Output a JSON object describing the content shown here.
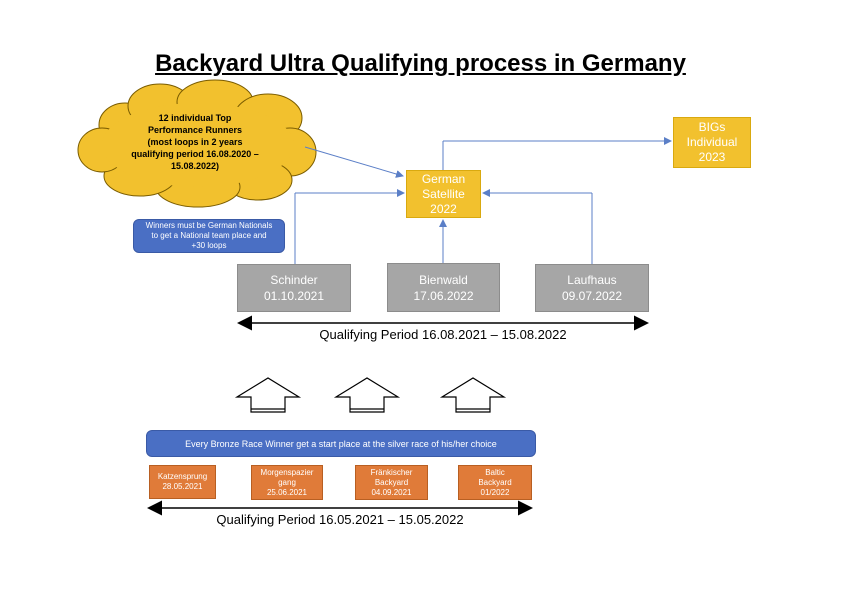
{
  "title": "Backyard Ultra Qualifying process in Germany",
  "cloud": {
    "lines": [
      "12 individual Top",
      "Performance Runners",
      "(most loops in 2 years",
      "qualifying period 16.08.2020 –",
      "15.08.2022)"
    ]
  },
  "bigs": {
    "lines": [
      "BIGs",
      "Individual",
      "2023"
    ]
  },
  "satellite": {
    "lines": [
      "German",
      "Satellite",
      "2022"
    ]
  },
  "winners_note": {
    "lines": [
      "Winners must be German Nationals",
      "to get a National team place and",
      "+30 loops"
    ]
  },
  "silver_races": [
    {
      "name": "Schinder",
      "date": "01.10.2021"
    },
    {
      "name": "Bienwald",
      "date": "17.06.2022"
    },
    {
      "name": "Laufhaus",
      "date": "09.07.2022"
    }
  ],
  "silver_period": "Qualifying Period 16.08.2021 – 15.08.2022",
  "bronze_banner": "Every Bronze Race Winner get a start place at the silver race of his/her choice",
  "bronze_races": [
    {
      "lines": [
        "Katzensprung",
        "28.05.2021"
      ]
    },
    {
      "lines": [
        "Morgenspazier",
        "gang",
        "25.06.2021"
      ]
    },
    {
      "lines": [
        "Fränkischer",
        "Backyard",
        "04.09.2021"
      ]
    },
    {
      "lines": [
        "Baltic",
        "Backyard",
        "01/2022"
      ]
    }
  ],
  "bronze_period": "Qualifying Period 16.05.2021 – 15.05.2022",
  "colors": {
    "gray_box": "#a6a6a6",
    "yellow_box": "#f2c12e",
    "blue_box": "#4a6fc4",
    "orange_box": "#e07b39",
    "connector": "#5b7fc7"
  }
}
